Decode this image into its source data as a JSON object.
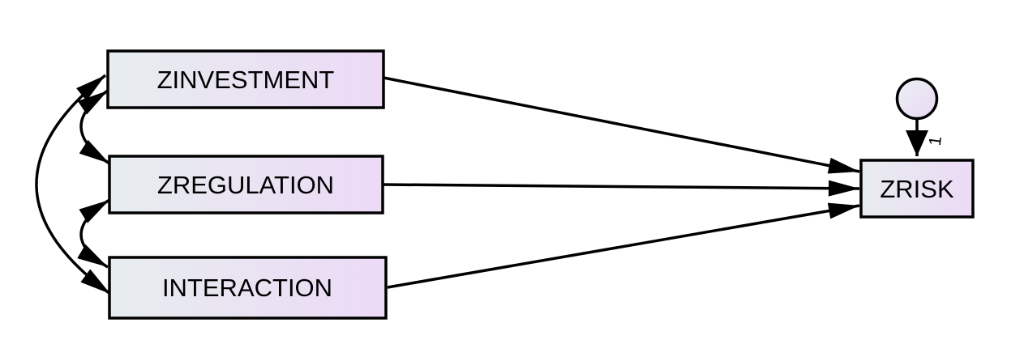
{
  "diagram_type": "structural-equation-model-path-diagram",
  "colors": {
    "background": "#ffffff",
    "box_gradient_left": "#e7edef",
    "box_gradient_right": "#ecdaf6",
    "circle_gradient_start": "#eceff5",
    "circle_gradient_end": "#e8d9f2",
    "stroke": "#000000"
  },
  "nodes": [
    {
      "id": "zinvestment",
      "label": "ZINVESTMENT",
      "shape": "rectangle"
    },
    {
      "id": "zregulation",
      "label": "ZREGULATION",
      "shape": "rectangle"
    },
    {
      "id": "interaction",
      "label": "INTERACTION",
      "shape": "rectangle"
    },
    {
      "id": "zrisk",
      "label": "ZRISK",
      "shape": "rectangle"
    },
    {
      "id": "error-term",
      "label": "",
      "shape": "circle"
    }
  ],
  "edges": [
    {
      "from": "zinvestment",
      "to": "zrisk",
      "type": "regression",
      "label": ""
    },
    {
      "from": "zregulation",
      "to": "zrisk",
      "type": "regression",
      "label": ""
    },
    {
      "from": "interaction",
      "to": "zrisk",
      "type": "regression",
      "label": ""
    },
    {
      "from": "error-term",
      "to": "zrisk",
      "type": "regression",
      "label": "1"
    },
    {
      "from": "zinvestment",
      "to": "zregulation",
      "type": "covariance",
      "label": ""
    },
    {
      "from": "zregulation",
      "to": "interaction",
      "type": "covariance",
      "label": ""
    },
    {
      "from": "zinvestment",
      "to": "interaction",
      "type": "covariance",
      "label": ""
    }
  ]
}
